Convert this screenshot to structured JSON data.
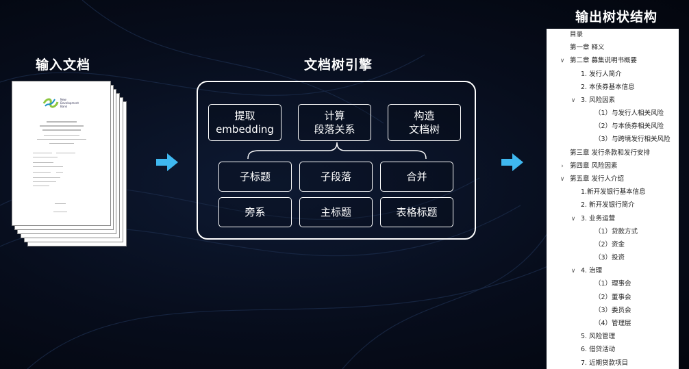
{
  "titles": {
    "input": "输入文档",
    "engine": "文档树引擎",
    "output": "输出树状结构"
  },
  "document": {
    "bank_name": "New\nDevelopment\nBank"
  },
  "engine": {
    "top_buttons": [
      "提取\nembedding",
      "计算\n段落关系",
      "构造\n文档树"
    ],
    "sub_buttons": [
      "子标题",
      "子段落",
      "合并",
      "旁系",
      "主标题",
      "表格标题"
    ]
  },
  "tree": [
    {
      "label": "目录",
      "chev": ""
    },
    {
      "label": "第一章  释义",
      "chev": ""
    },
    {
      "label": "第二章  募集说明书概要",
      "chev": "v"
    },
    {
      "label": "1.  发行人简介",
      "chev": ""
    },
    {
      "label": "2.  本债券基本信息",
      "chev": ""
    },
    {
      "label": "3.  风险因素",
      "chev": "v"
    },
    {
      "label": "（1）与发行人相关风险",
      "chev": ""
    },
    {
      "label": "（2）与本债券相关风险",
      "chev": ""
    },
    {
      "label": "（3）与跨境发行相关风险",
      "chev": ""
    },
    {
      "label": "第三章  发行条款和发行安排",
      "chev": ""
    },
    {
      "label": "第四章  风险因素",
      "chev": ">"
    },
    {
      "label": "第五章  发行人介绍",
      "chev": "v"
    },
    {
      "label": "1.新开发银行基本信息",
      "chev": ""
    },
    {
      "label": "2.  新开发银行简介",
      "chev": ""
    },
    {
      "label": "3.  业务运营",
      "chev": "v"
    },
    {
      "label": "（1）贷款方式",
      "chev": ""
    },
    {
      "label": "（2）资金",
      "chev": ""
    },
    {
      "label": "（3）投资",
      "chev": ""
    },
    {
      "label": "4.  治理",
      "chev": "v"
    },
    {
      "label": "（1）理事会",
      "chev": ""
    },
    {
      "label": "（2）董事会",
      "chev": ""
    },
    {
      "label": "（3）委员会",
      "chev": ""
    },
    {
      "label": "（4）管理层",
      "chev": ""
    },
    {
      "label": "5.  风险管理",
      "chev": ""
    },
    {
      "label": "6.  借贷活动",
      "chev": ""
    },
    {
      "label": "7.  近期贷款项目",
      "chev": ""
    }
  ],
  "colors": {
    "accent_arrow": "#3fb8f0",
    "background": "#070d1c",
    "logo_green": "#8cc63f"
  }
}
